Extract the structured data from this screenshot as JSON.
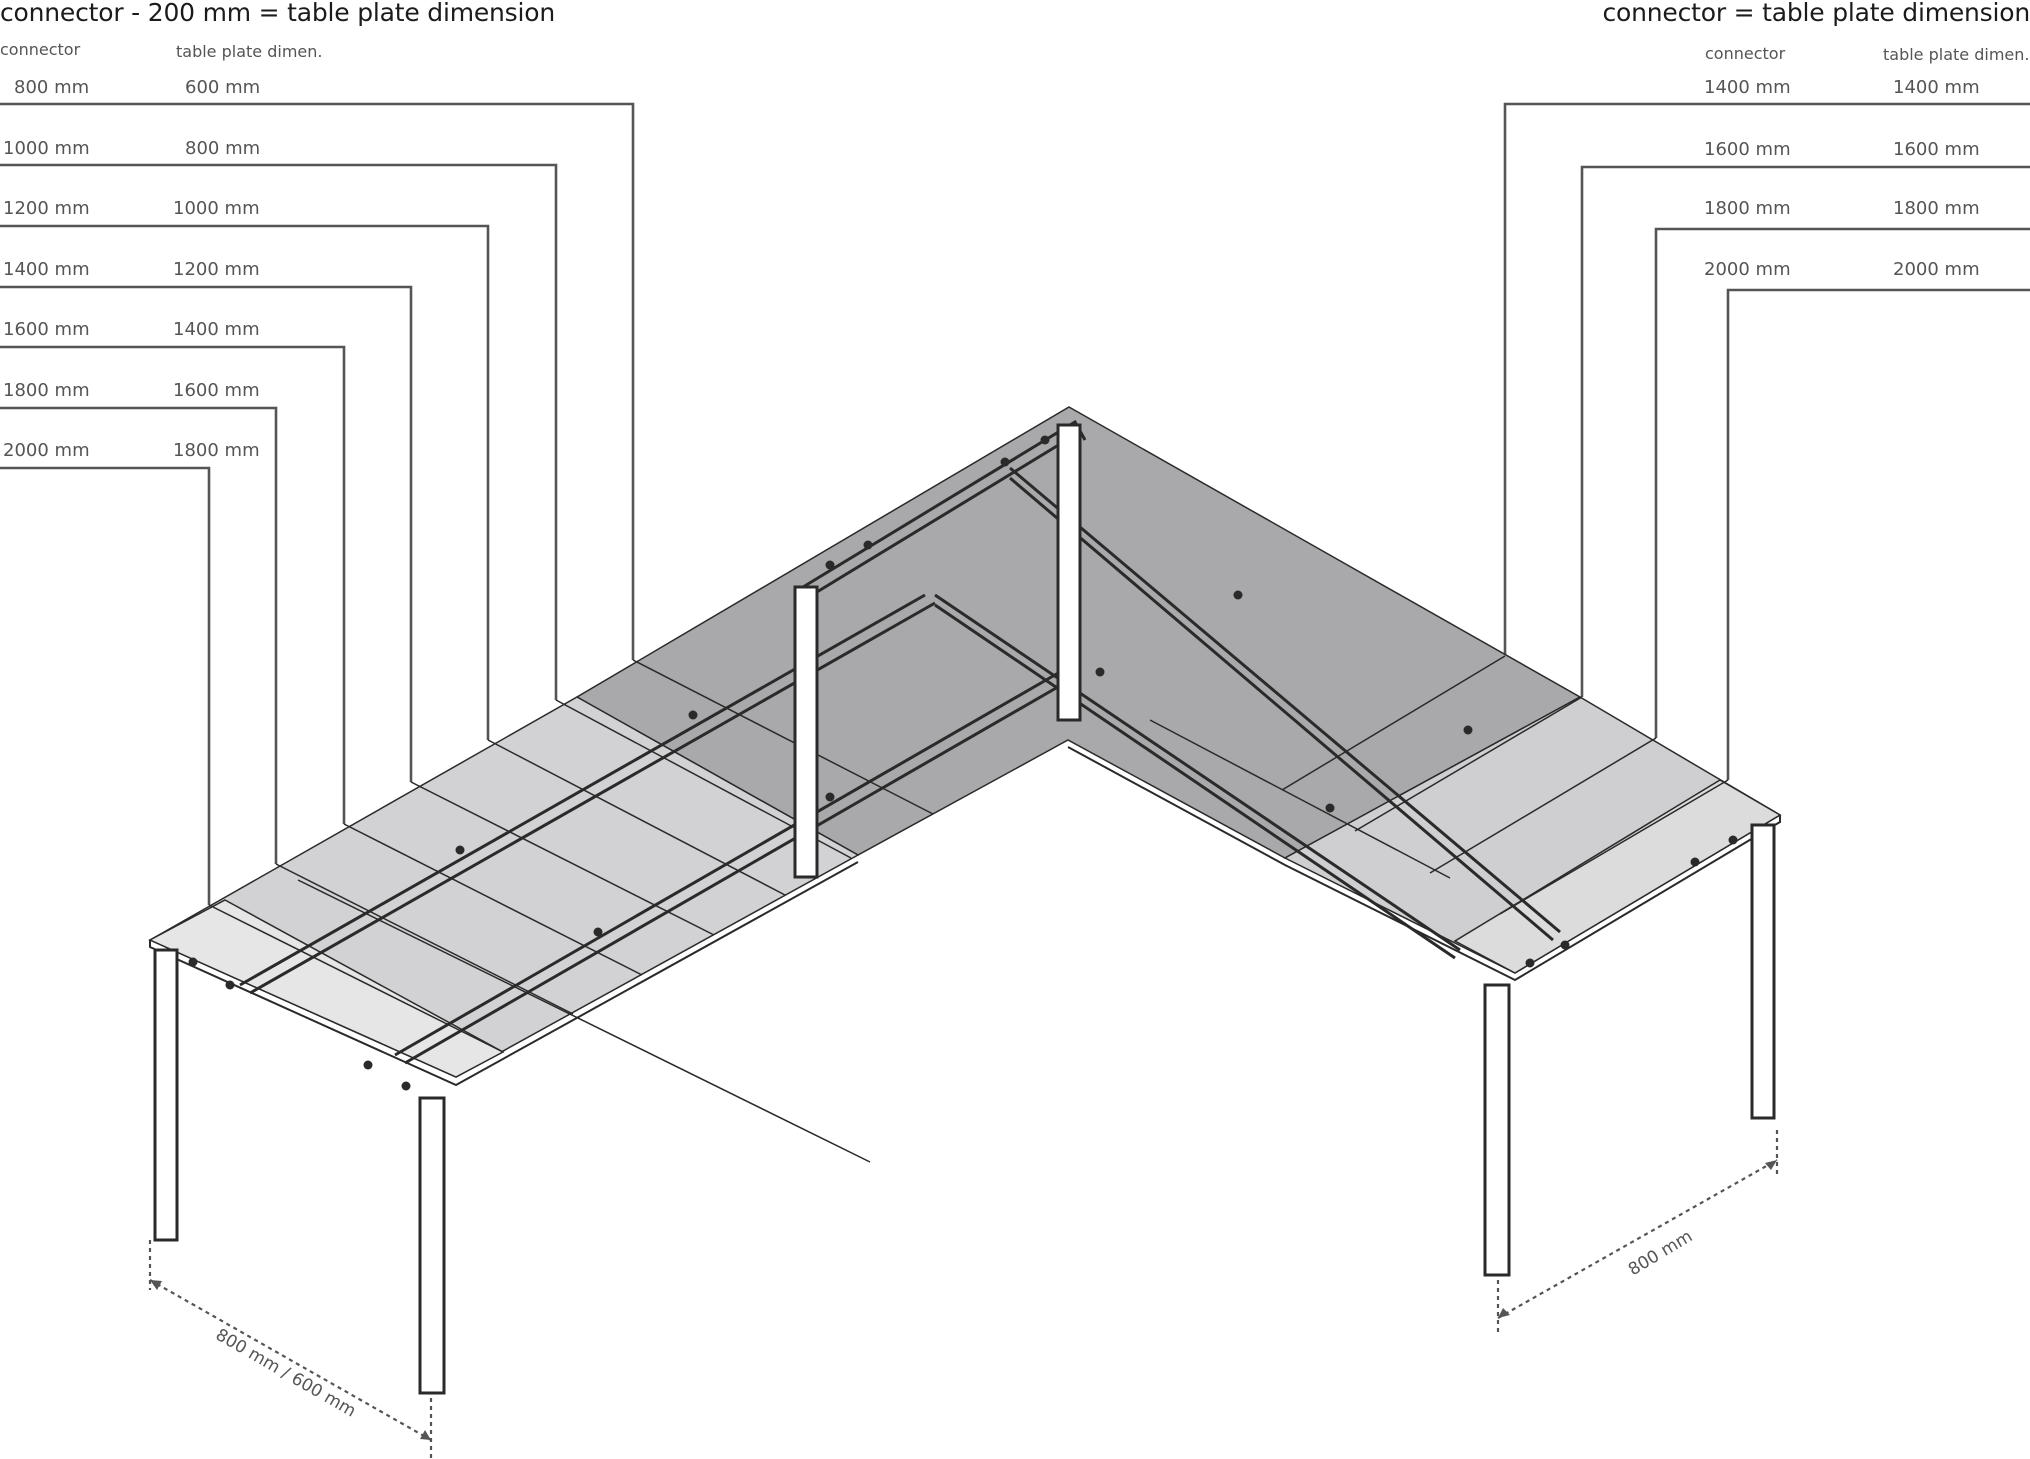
{
  "left_table": {
    "title": "connector - 200 mm = table plate dimension",
    "headers": {
      "connector": "connector",
      "plate": "table plate dimen."
    },
    "rows": [
      {
        "connector": "800 mm",
        "plate": "600 mm"
      },
      {
        "connector": "1000 mm",
        "plate": "800 mm"
      },
      {
        "connector": "1200 mm",
        "plate": "1000 mm"
      },
      {
        "connector": "1400 mm",
        "plate": "1200 mm"
      },
      {
        "connector": "1600 mm",
        "plate": "1400 mm"
      },
      {
        "connector": "1800 mm",
        "plate": "1600 mm"
      },
      {
        "connector": "2000 mm",
        "plate": "1800 mm"
      }
    ]
  },
  "right_table": {
    "title": "connector = table plate dimension",
    "headers": {
      "connector": "connector",
      "plate": "table plate dimen."
    },
    "rows": [
      {
        "connector": "1400 mm",
        "plate": "1400 mm"
      },
      {
        "connector": "1600 mm",
        "plate": "1600 mm"
      },
      {
        "connector": "1800 mm",
        "plate": "1800 mm"
      },
      {
        "connector": "2000 mm",
        "plate": "2000 mm"
      }
    ]
  },
  "dimensions": {
    "left_depth": "800 mm / 600 mm",
    "right_depth": "800 mm"
  },
  "colors": {
    "line": "#555555",
    "frame": "#2a2a2a",
    "plate_dark": "#a9a9ab",
    "plate_light": "#e6e6e7"
  }
}
